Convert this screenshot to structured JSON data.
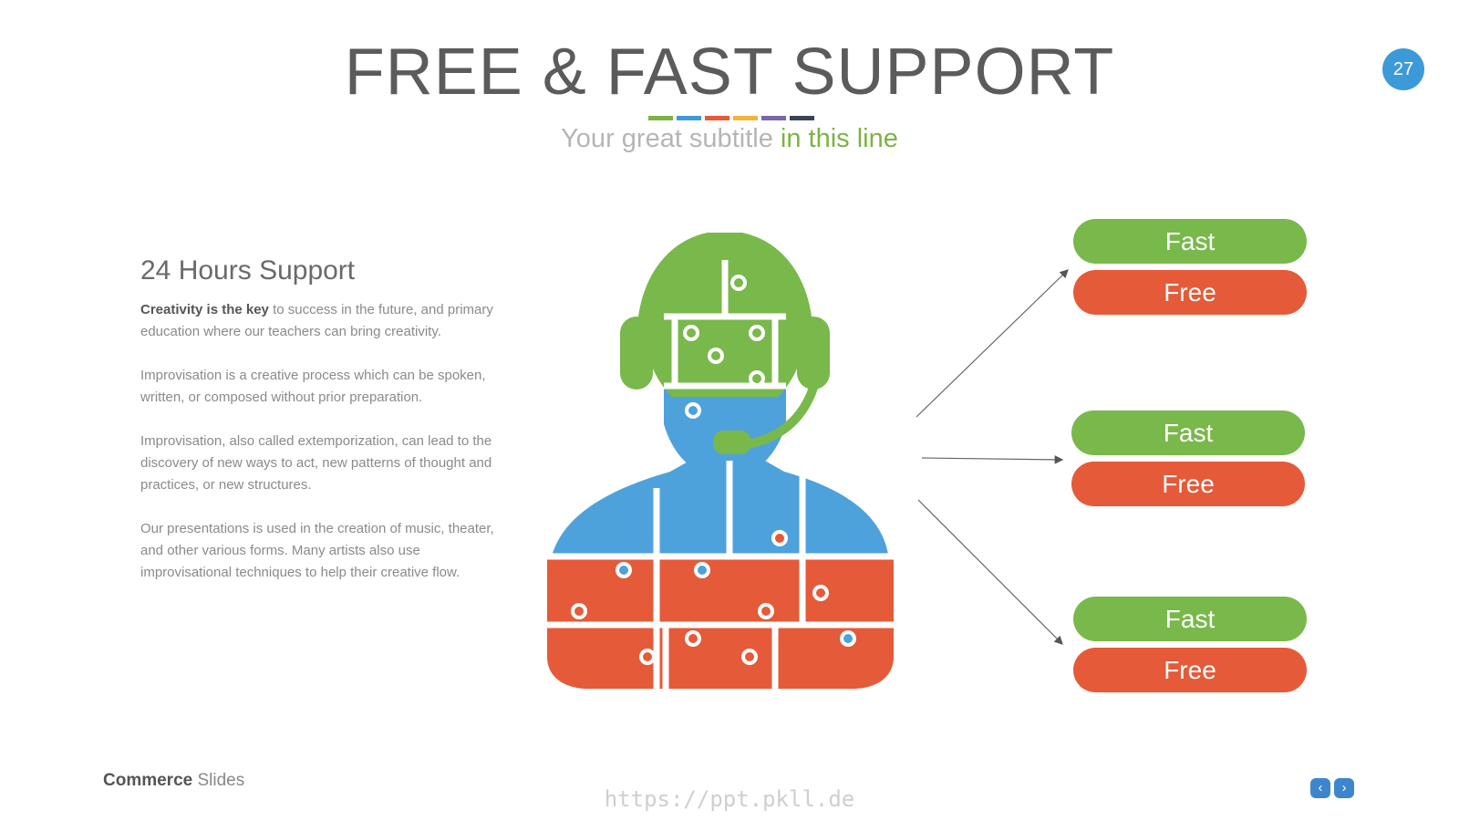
{
  "slide": {
    "title": "FREE & FAST SUPPORT",
    "subtitle_plain": "Your great subtitle ",
    "subtitle_highlight": "in this line",
    "page_number": "27",
    "colorbar": [
      "#7cb342",
      "#3d9ad8",
      "#e55a38",
      "#f2b33d",
      "#7a66a8",
      "#3b4455"
    ]
  },
  "left": {
    "heading": "24 Hours Support",
    "p1_bold": "Creativity is the key",
    "p1_rest": " to success in the future, and primary education where our teachers can bring creativity.",
    "p2": "Improvisation is a creative process which can be spoken, written, or composed without prior preparation.",
    "p3": "Improvisation, also called extemporization, can lead to the discovery of new ways to act, new patterns of thought and practices, or new structures.",
    "p4": "Our presentations is used in the creation of music, theater, and other various forms. Many artists also use improvisational techniques to help their creative flow."
  },
  "options": [
    {
      "fast": "Fast",
      "free": "Free"
    },
    {
      "fast": "Fast",
      "free": "Free"
    },
    {
      "fast": "Fast",
      "free": "Free"
    }
  ],
  "colors": {
    "green": "#79b84a",
    "red": "#e55a38",
    "blue": "#4da2dc"
  },
  "icons": {
    "figure": "support-agent-puzzle-icon",
    "prev": "chevron-left-icon",
    "next": "chevron-right-icon"
  },
  "footer": {
    "brand_bold": "Commerce",
    "brand_rest": " Slides",
    "url": "https://ppt.pkll.de"
  }
}
